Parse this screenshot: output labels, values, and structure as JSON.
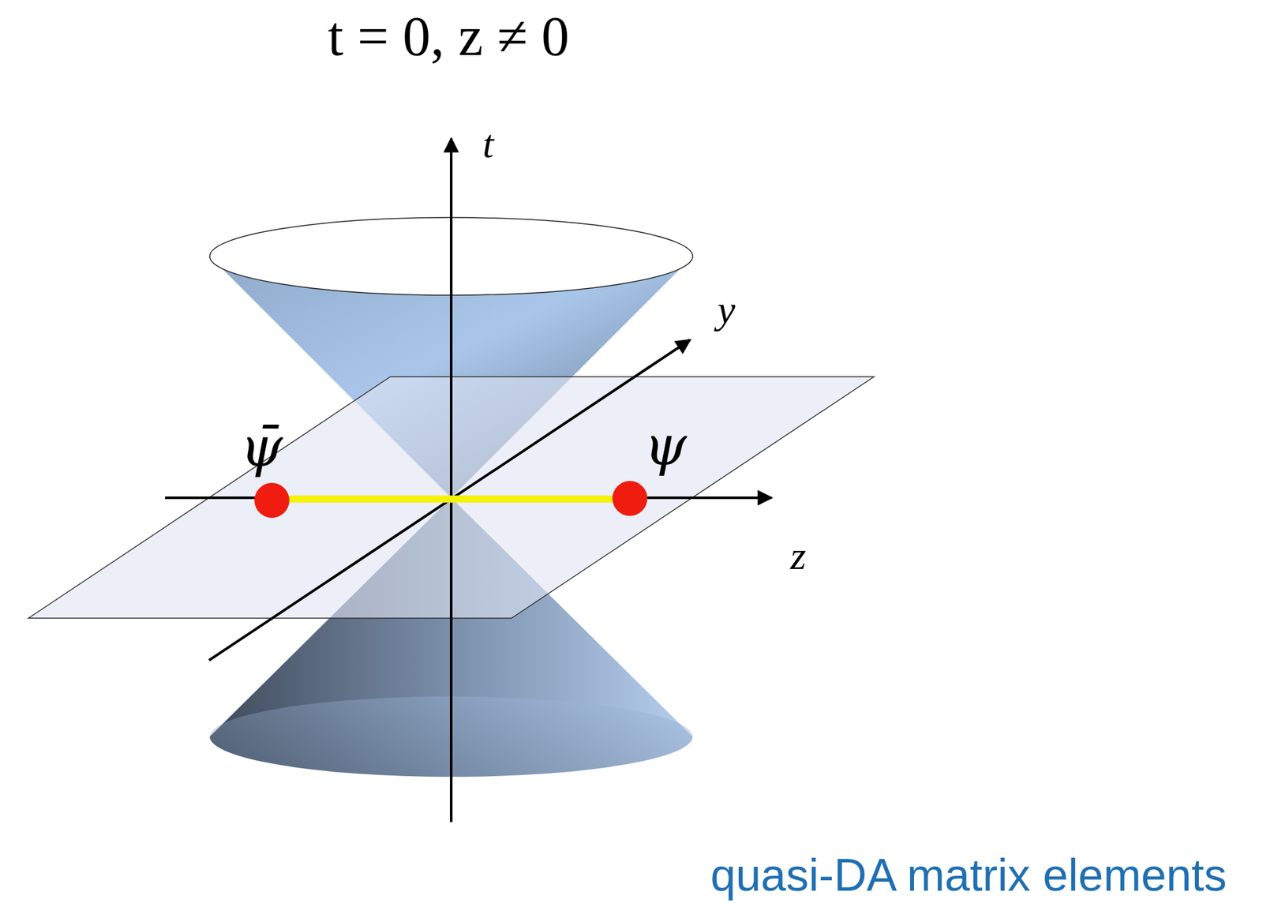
{
  "diagram": {
    "title": "t = 0,  z ≠ 0",
    "caption": "quasi-DA matrix elements",
    "labels": [
      "t",
      "y",
      "z",
      "ψ̄",
      "ψ"
    ]
  }
}
